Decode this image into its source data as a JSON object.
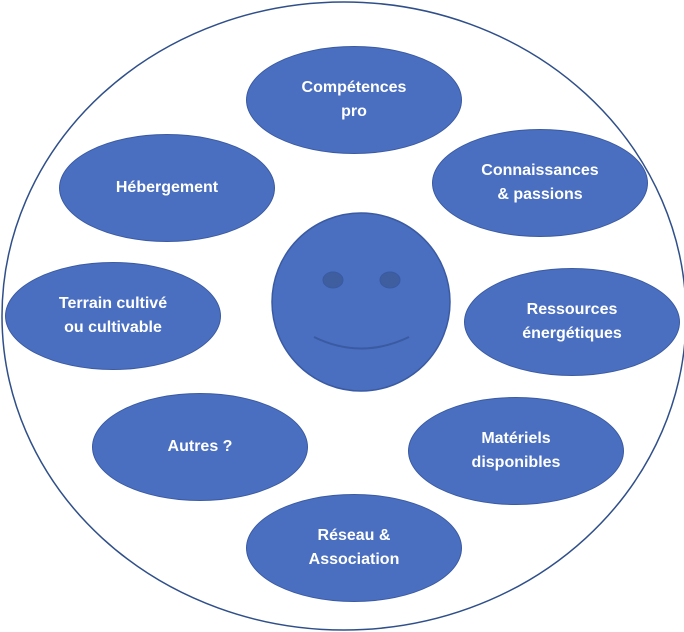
{
  "colors": {
    "bubble_fill": "#4a6fc0",
    "bubble_stroke": "#3a5aa2",
    "outer_circle_stroke": "#2f4f8a",
    "label_text": "#ffffff",
    "background": "#ffffff"
  },
  "center": {
    "icon": "smiley-face-icon"
  },
  "bubbles": [
    {
      "id": "competences-pro",
      "label": "Compétences\npro"
    },
    {
      "id": "connaissances-passions",
      "label": "Connaissances\n& passions"
    },
    {
      "id": "hebergement",
      "label": "Hébergement"
    },
    {
      "id": "terrain",
      "label": "Terrain cultivé\nou cultivable"
    },
    {
      "id": "ressources-energetiques",
      "label": "Ressources\nénergétiques"
    },
    {
      "id": "autres",
      "label": "Autres ?"
    },
    {
      "id": "materiels-disponibles",
      "label": "Matériels\ndisponibles"
    },
    {
      "id": "reseau-association",
      "label": "Réseau &\nAssociation"
    }
  ]
}
